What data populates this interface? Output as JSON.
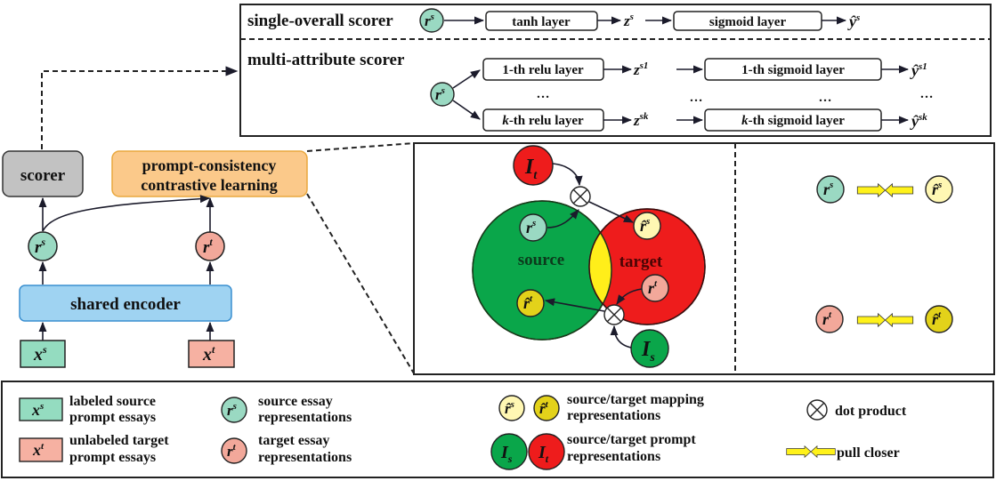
{
  "colors": {
    "source_green": "#0aa64a",
    "target_red": "#ee1c1c",
    "overlap_yellow": "#ffee1a",
    "rs_mint": "#9ad9c2",
    "rt_pink": "#f2a89a",
    "rhat_s_cream": "#fff7b3",
    "rhat_t_olive": "#e3d21a",
    "scorer_gray": "#c2c2c2",
    "contrastive_orange": "#fbc98a",
    "encoder_blue": "#9fd3f2",
    "xs_green": "#94dcc0",
    "xt_pink": "#f6b1a2",
    "pull_yellow": "#fff21a"
  },
  "scorer_panel": {
    "single": {
      "title": "single-overall scorer",
      "input": "r",
      "input_sup": "s",
      "layer1": "tanh layer",
      "mid": "z",
      "mid_sup": "s",
      "layer2": "sigmoid layer",
      "out": "ŷ",
      "out_sup": "s"
    },
    "multi": {
      "title": "multi-attribute scorer",
      "input": "r",
      "input_sup": "s",
      "rows": [
        {
          "relu_prefix": "1",
          "relu_label": "-th relu layer",
          "mid": "z",
          "mid_sup": "s1",
          "sig_prefix": "1",
          "sig_label": "-th sigmoid layer",
          "out": "ŷ",
          "out_sup": "s1"
        },
        {
          "relu_prefix": "k",
          "relu_label": "-th relu layer",
          "mid": "z",
          "mid_sup": "sk",
          "sig_prefix": "k",
          "sig_label": "-th sigmoid layer",
          "out": "ŷ",
          "out_sup": "sk"
        }
      ],
      "ellipsis": "…"
    }
  },
  "pipeline": {
    "scorer_label": "scorer",
    "contrastive_line1": "prompt-consistency",
    "contrastive_line2": "contrastive learning",
    "encoder_label": "shared encoder",
    "rs": {
      "base": "r",
      "sup": "s"
    },
    "rt": {
      "base": "r",
      "sup": "t"
    },
    "xs": {
      "base": "x",
      "sup": "s"
    },
    "xt": {
      "base": "x",
      "sup": "t"
    }
  },
  "contrastive_panel": {
    "source_label": "source",
    "target_label": "target",
    "It": {
      "base": "I",
      "sub": "t"
    },
    "Is": {
      "base": "I",
      "sub": "s"
    },
    "rs": {
      "base": "r",
      "sup": "s"
    },
    "rt": {
      "base": "r",
      "sup": "t"
    },
    "rhat_s": {
      "base": "r̂",
      "sup": "s"
    },
    "rhat_t": {
      "base": "r̂",
      "sup": "t"
    },
    "pull_pairs": [
      {
        "left": {
          "base": "r",
          "sup": "s"
        },
        "right": {
          "base": "r̂",
          "sup": "s"
        }
      },
      {
        "left": {
          "base": "r",
          "sup": "t"
        },
        "right": {
          "base": "r̂",
          "sup": "t"
        }
      }
    ]
  },
  "legend": {
    "xs_symbol": {
      "base": "x",
      "sup": "s"
    },
    "xs_line1": "labeled source",
    "xs_line2": "prompt essays",
    "xt_symbol": {
      "base": "x",
      "sup": "t"
    },
    "xt_line1": "unlabeled target",
    "xt_line2": "prompt essays",
    "rs_symbol": {
      "base": "r",
      "sup": "s"
    },
    "rs_line1": "source essay",
    "rs_line2": "representations",
    "rt_symbol": {
      "base": "r",
      "sup": "t"
    },
    "rt_line1": "target essay",
    "rt_line2": "representations",
    "rhat_s_symbol": {
      "base": "r̂",
      "sup": "s"
    },
    "rhat_t_symbol": {
      "base": "r̂",
      "sup": "t"
    },
    "mapping_line1": "source/target mapping",
    "mapping_line2": "representations",
    "Is_symbol": {
      "base": "I",
      "sub": "s"
    },
    "It_symbol": {
      "base": "I",
      "sub": "t"
    },
    "prompt_line1": "source/target prompt",
    "prompt_line2": "representations",
    "dot_product_label": "dot product",
    "pull_closer_label": "pull closer"
  }
}
